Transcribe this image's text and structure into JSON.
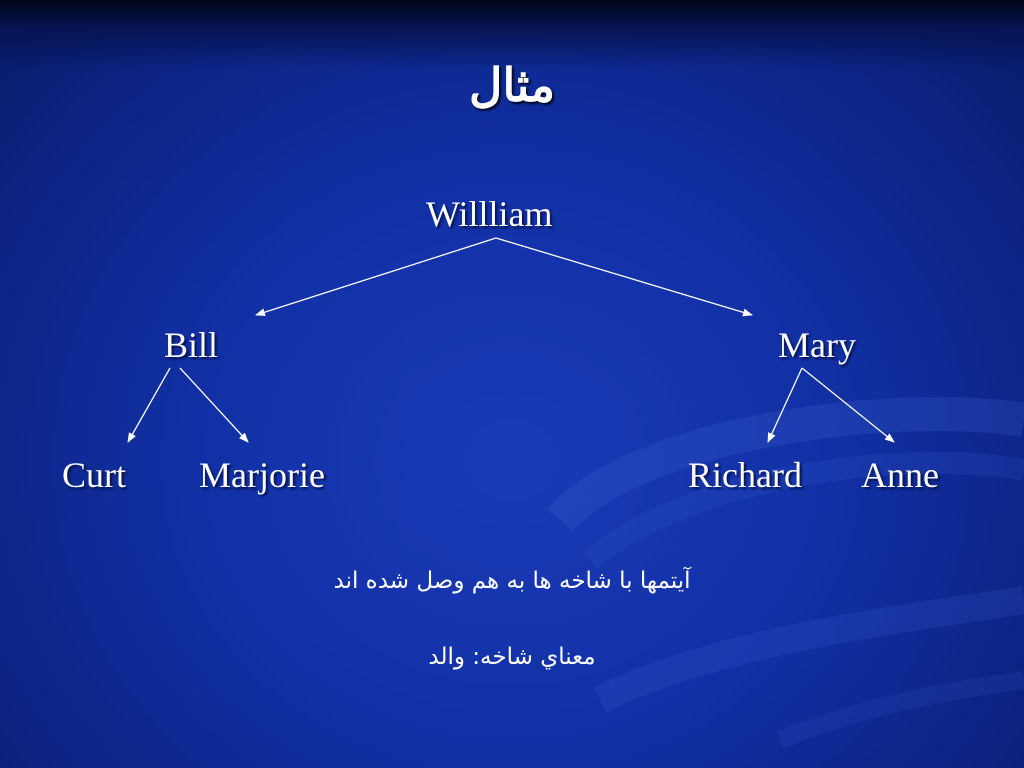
{
  "slide": {
    "title": "مثال",
    "tree": {
      "root": "Willliam",
      "level1": [
        "Bill",
        "Mary"
      ],
      "level2": [
        "Curt",
        "Marjorie",
        "Richard",
        "Anne"
      ]
    },
    "captions": [
      "آيتمها با شاخه ها به هم وصل شده اند",
      "معناي شاخه: والد"
    ]
  }
}
